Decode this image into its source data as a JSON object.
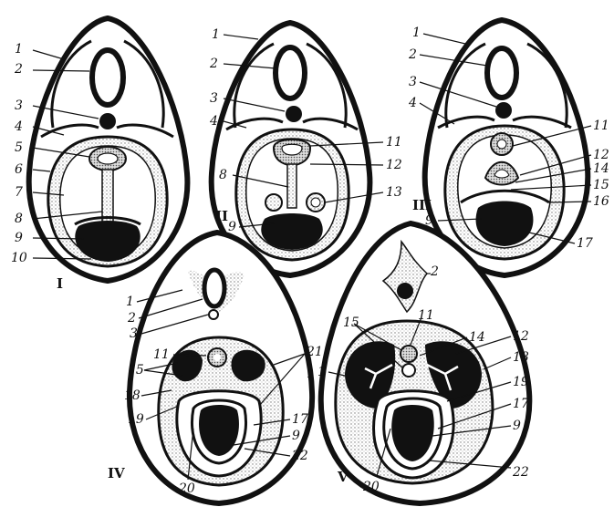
{
  "figure": {
    "panels": [
      {
        "id": "I",
        "roman": "I",
        "labels": [
          "1",
          "2",
          "3",
          "4",
          "5",
          "6",
          "7",
          "8",
          "9",
          "10"
        ]
      },
      {
        "id": "II",
        "roman": "II",
        "labels": [
          "1",
          "2",
          "3",
          "4",
          "11",
          "12",
          "8",
          "13",
          "9"
        ]
      },
      {
        "id": "III",
        "roman": "III",
        "labels": [
          "1",
          "2",
          "3",
          "4",
          "11",
          "12",
          "14",
          "15",
          "16",
          "9",
          "17"
        ]
      },
      {
        "id": "IV",
        "roman": "IV",
        "labels": [
          "1",
          "2",
          "3",
          "11",
          "15",
          "18",
          "19",
          "21",
          "17",
          "9",
          "20",
          "22"
        ]
      },
      {
        "id": "V",
        "roman": "V",
        "labels": [
          "2",
          "15",
          "11",
          "14",
          "12",
          "18",
          "1",
          "19",
          "17",
          "9",
          "20",
          "22"
        ]
      }
    ],
    "colors": {
      "ink": "#111111",
      "stipple": "#9a9a9a",
      "paper": "#ffffff"
    }
  }
}
